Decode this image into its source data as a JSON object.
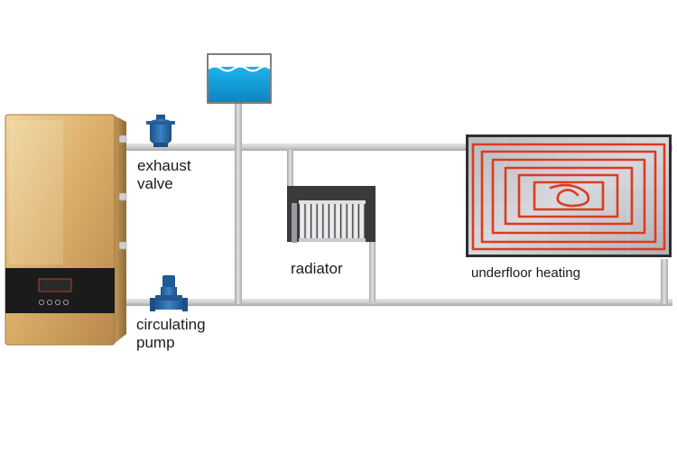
{
  "labels": {
    "exhaust_valve": [
      "exhaust",
      "valve"
    ],
    "circulating_pump": [
      "circulating",
      "pump"
    ],
    "radiator": "radiator",
    "underfloor_heating": "underfloor heating"
  },
  "colors": {
    "pipe": "#d4d4d4",
    "pipe_edge": "#a9a9a9",
    "boiler_gold": "#d8b06c",
    "boiler_panel": "#1b1b1b",
    "water": "#17a6e0",
    "valve_blue": "#2d6fae",
    "heating_tube": "#e0391f",
    "floor_surface": "#c9ccd0"
  },
  "icons": {
    "boiler": "electric-boiler-icon",
    "tank": "expansion-tank-icon",
    "valve": "exhaust-valve-icon",
    "pump": "circulating-pump-icon",
    "radiator": "radiator-icon",
    "floor": "underfloor-heating-coil-icon"
  }
}
